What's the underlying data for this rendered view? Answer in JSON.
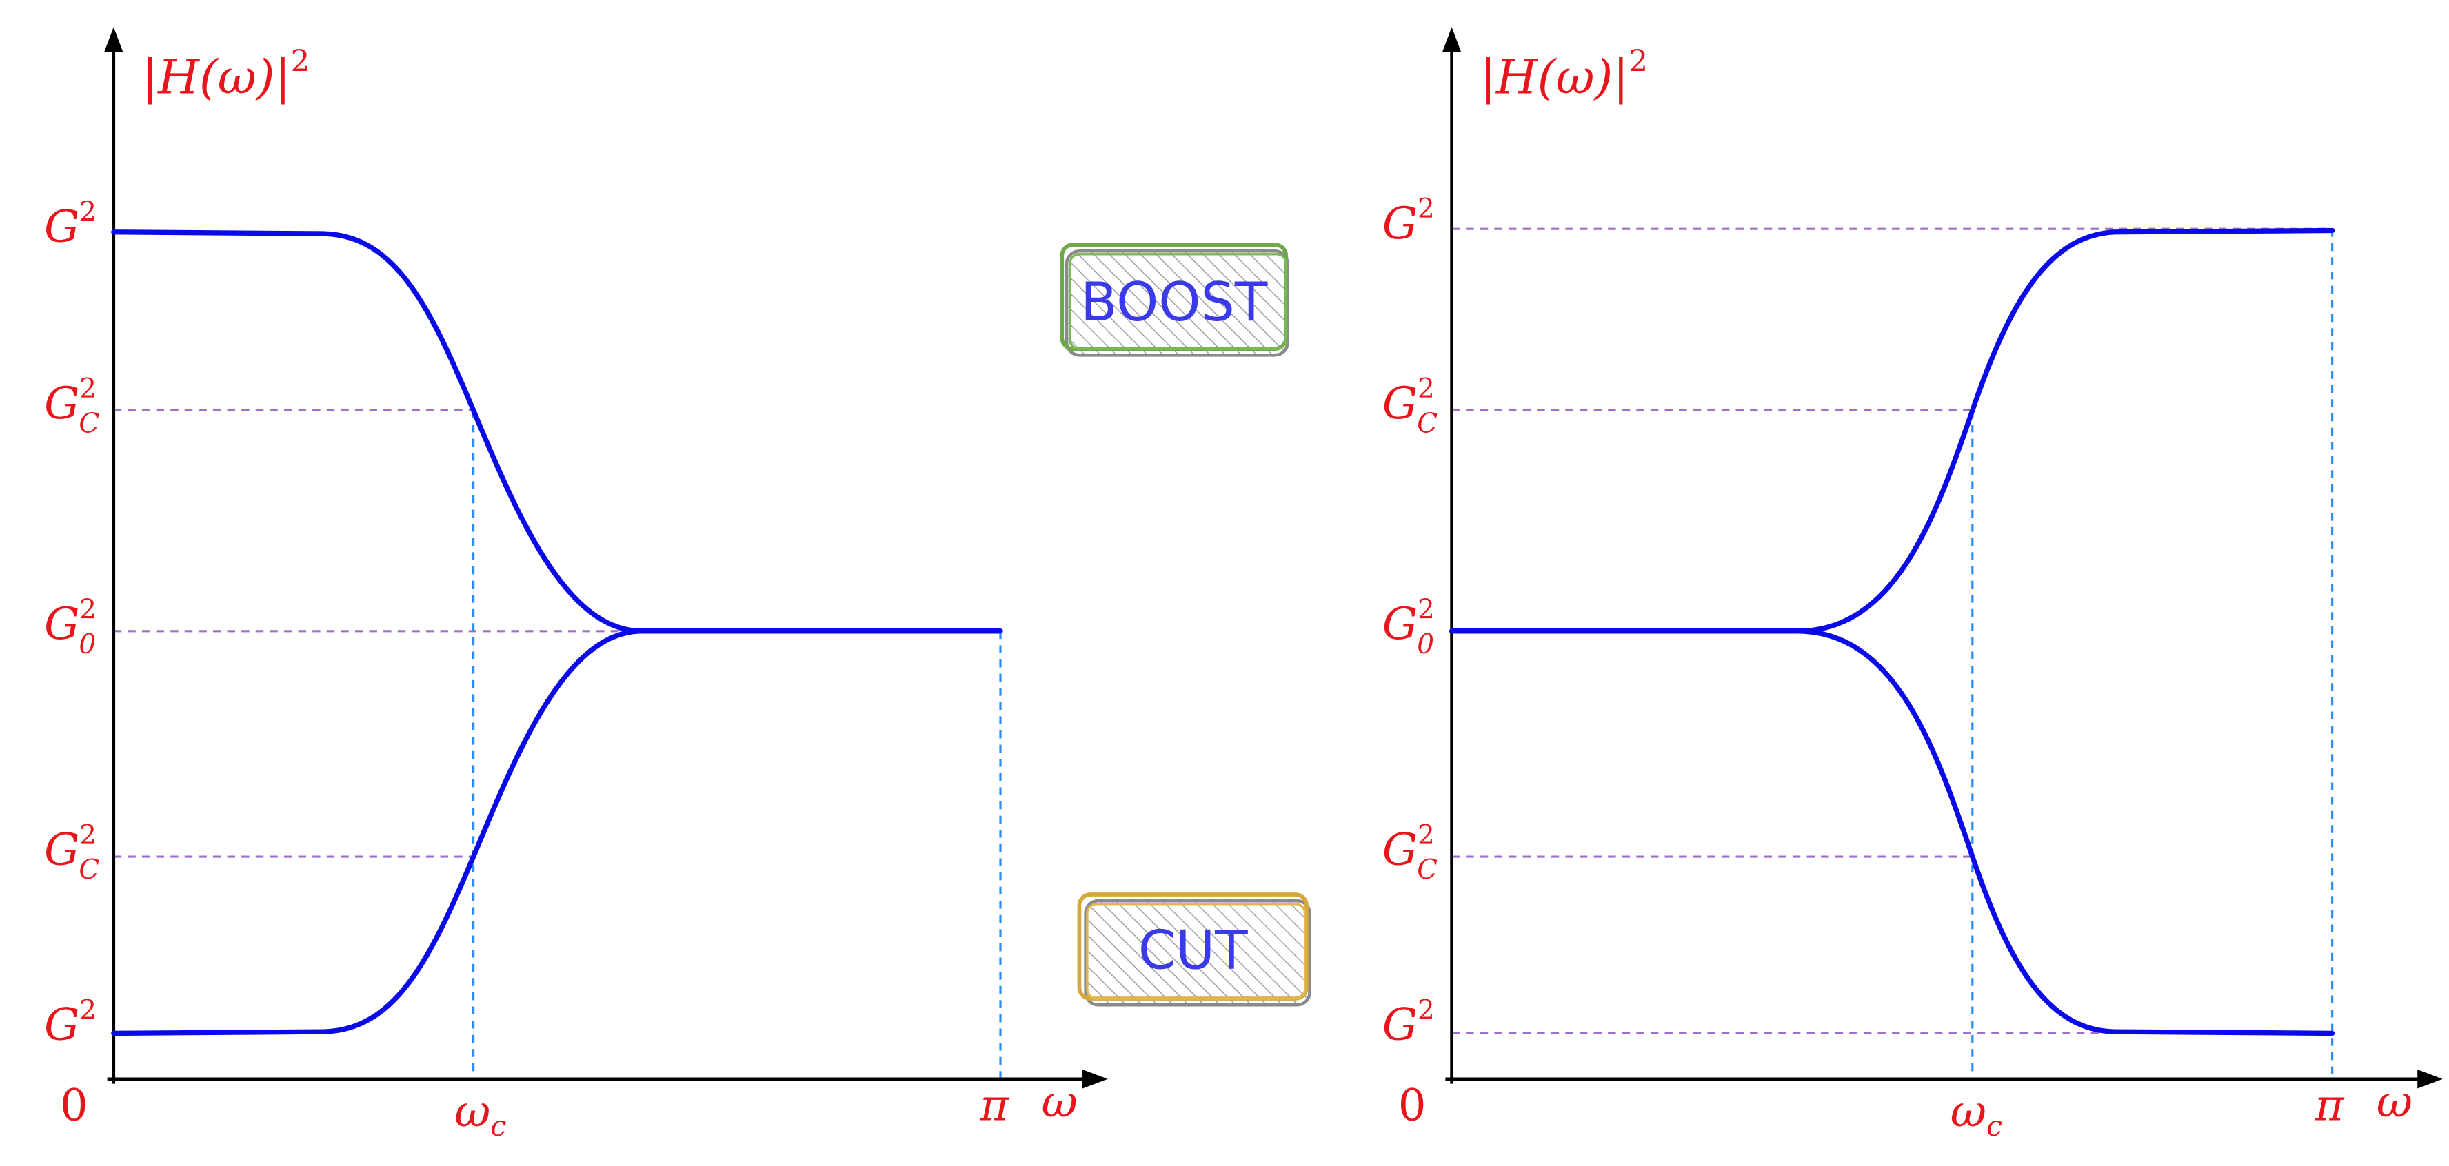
{
  "colors": {
    "curve": "#0a0ae8",
    "label": "#e8161c",
    "guide_horizontal": "#a070c8",
    "guide_vertical": "#2e8bf0",
    "axis": "#000000",
    "boost_border": "#6fa84a",
    "cut_border": "#d4a83a",
    "badge_text": "#3a3ae8"
  },
  "badges": {
    "boost": "BOOST",
    "cut": "CUT"
  },
  "left_panel": {
    "ylabel_main": "|H(ω)|",
    "ylabel_exp": "2",
    "origin": "0",
    "xlabel": "ω",
    "x_ticks": [
      {
        "base": "ω",
        "sub": "c"
      },
      {
        "base": "π"
      }
    ],
    "y_ticks": [
      {
        "base": "G",
        "sup": "2"
      },
      {
        "base": "G",
        "sup": "2",
        "sub": "C"
      },
      {
        "base": "G",
        "sup": "2",
        "sub": "0"
      },
      {
        "base": "G",
        "sup": "2",
        "sub": "C"
      },
      {
        "base": "G",
        "sup": "2"
      }
    ]
  },
  "right_panel": {
    "ylabel_main": "|H(ω)|",
    "ylabel_exp": "2",
    "origin": "0",
    "xlabel": "ω",
    "x_ticks": [
      {
        "base": "ω",
        "sub": "c"
      },
      {
        "base": "π"
      }
    ],
    "y_ticks": [
      {
        "base": "G",
        "sup": "2"
      },
      {
        "base": "G",
        "sup": "2",
        "sub": "C"
      },
      {
        "base": "G",
        "sup": "2",
        "sub": "0"
      },
      {
        "base": "G",
        "sup": "2",
        "sub": "C"
      },
      {
        "base": "G",
        "sup": "2"
      }
    ]
  }
}
